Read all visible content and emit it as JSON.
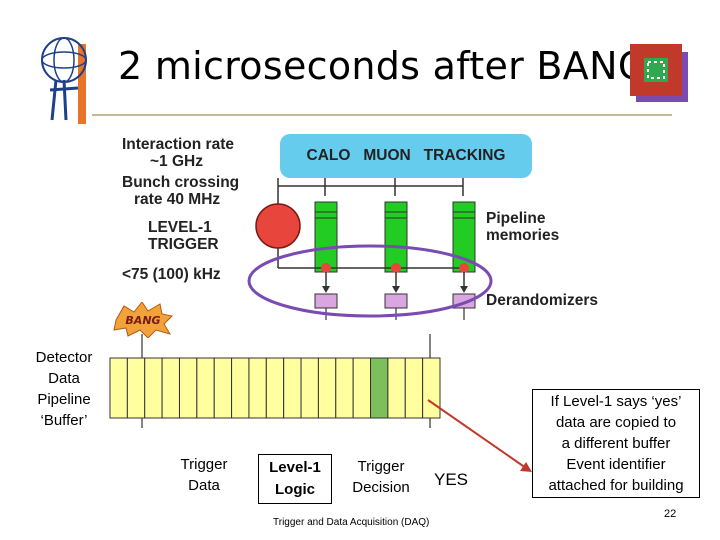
{
  "slide": {
    "title": "2 microseconds after BANG",
    "page_number": "22",
    "footer": "Trigger and Data Acquisition (DAQ)"
  },
  "diagram": {
    "interaction_rate_line1": "Interaction rate",
    "interaction_rate_line2": "~1 GHz",
    "bunch_crossing_line1": "Bunch crossing",
    "bunch_crossing_line2": "rate 40 MHz",
    "trigger_line1": "LEVEL-1",
    "trigger_line2": "TRIGGER",
    "trigger_rate": "<75 (100) kHz",
    "subsystems": "CALO   MUON   TRACKING",
    "pipeline_line1": "Pipeline",
    "pipeline_line2": "memories",
    "derandomizers": "Derandomizers",
    "bang_sticker": "BANG"
  },
  "buffer": {
    "label_lines": [
      "Detector",
      "Data",
      "Pipeline",
      "‘Buffer’"
    ],
    "cell_count": 19,
    "highlighted_cell": 15,
    "cell_color": "#ffffa0",
    "highlight_color": "#7dbf5a"
  },
  "labels": {
    "trigger_data": [
      "Trigger",
      "Data"
    ],
    "level1_logic": [
      "Level-1",
      "Logic"
    ],
    "trigger_decision": [
      "Trigger",
      "Decision"
    ],
    "yes": "YES",
    "note": [
      "If Level-1 says ‘yes’",
      "data are copied to",
      "a different buffer",
      "Event identifier",
      "attached for building"
    ]
  },
  "colors": {
    "box_border": "#3b5ea7",
    "ellipse": "#7a4bb0",
    "arrow": "#c0392b",
    "rule": "#c8b893"
  }
}
